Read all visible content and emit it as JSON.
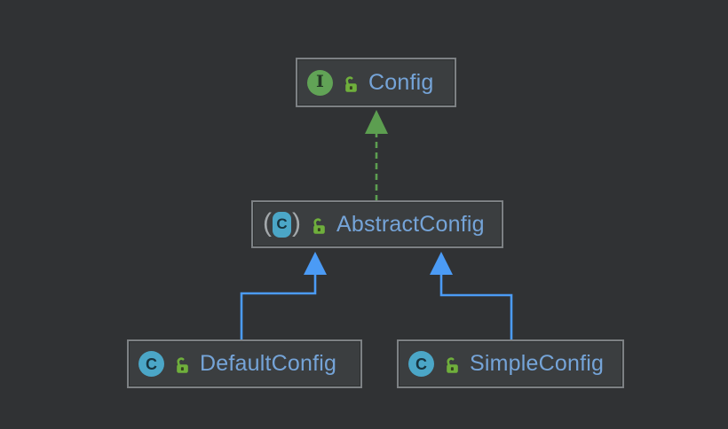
{
  "diagram": {
    "tool": "uml-class-diagram",
    "colors": {
      "background": "#303234",
      "node_fill": "#3B3E40",
      "node_border": "#7D8184",
      "label": "#75A4D8",
      "interface_icon": "#61A356",
      "class_icon": "#4BA6C7",
      "abstract_paren": "#A3A8AB",
      "public_lock_icon": "#6FAF3C",
      "realization_edge": "#5C9E50",
      "generalization_edge": "#4B9BF5"
    },
    "nodes": {
      "config": {
        "label": "Config",
        "kind": "interface",
        "badge": "I",
        "visibility": "public"
      },
      "abstract_config": {
        "label": "AbstractConfig",
        "kind": "abstract class",
        "badge": "C",
        "paren_open": "(",
        "paren_close": ")",
        "visibility": "public"
      },
      "default_config": {
        "label": "DefaultConfig",
        "kind": "class",
        "badge": "C",
        "visibility": "public"
      },
      "simple_config": {
        "label": "SimpleConfig",
        "kind": "class",
        "badge": "C",
        "visibility": "public"
      }
    },
    "edges": [
      {
        "from": "AbstractConfig",
        "to": "Config",
        "relation": "realization",
        "line": "dashed",
        "color": "#5C9E50"
      },
      {
        "from": "DefaultConfig",
        "to": "AbstractConfig",
        "relation": "generalization",
        "line": "solid",
        "color": "#4B9BF5"
      },
      {
        "from": "SimpleConfig",
        "to": "AbstractConfig",
        "relation": "generalization",
        "line": "solid",
        "color": "#4B9BF5"
      }
    ]
  }
}
